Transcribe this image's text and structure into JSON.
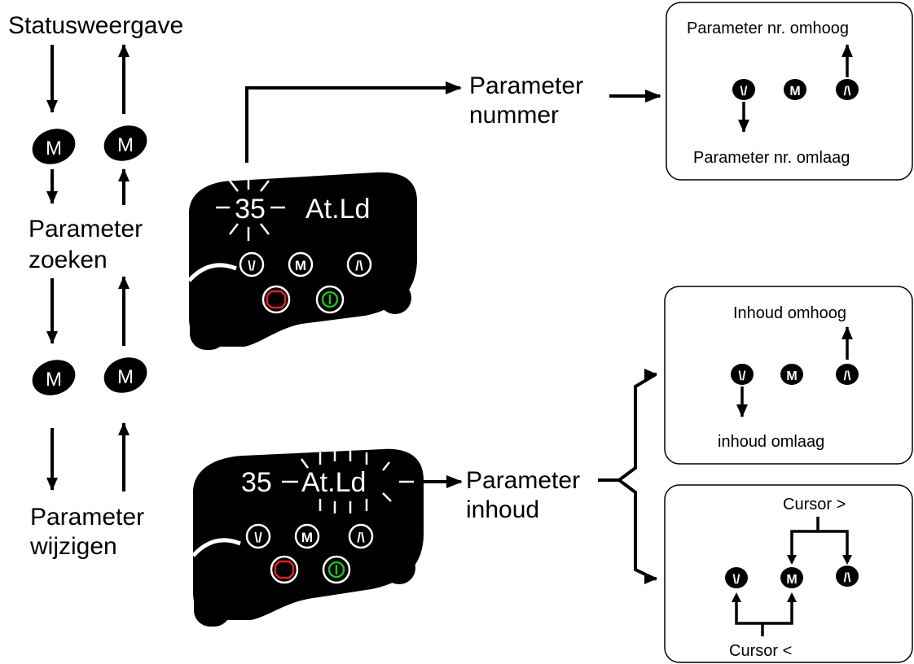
{
  "left": {
    "status": "Statusweergave",
    "m": "M",
    "search_line1": "Parameter",
    "search_line2": "zoeken",
    "modify_line1": "Parameter",
    "modify_line2": "wijzigen"
  },
  "keypad": {
    "number": "35",
    "code": "At.Ld",
    "btn_down": "\\/",
    "btn_m": "M",
    "btn_up": "/\\"
  },
  "mid": {
    "nummer_line1": "Parameter",
    "nummer_line2": "nummer",
    "inhoud_line1": "Parameter",
    "inhoud_line2": "inhoud"
  },
  "box_nummer": {
    "up": "Parameter nr. omhoog",
    "down": "Parameter nr. omlaag"
  },
  "box_inhoud": {
    "up": "Inhoud omhoog",
    "down": "inhoud omlaag"
  },
  "box_cursor": {
    "right": "Cursor >",
    "left": "Cursor <"
  },
  "colors": {
    "stop": "#e02020",
    "start": "#1fbf1f",
    "body": "#000000"
  }
}
